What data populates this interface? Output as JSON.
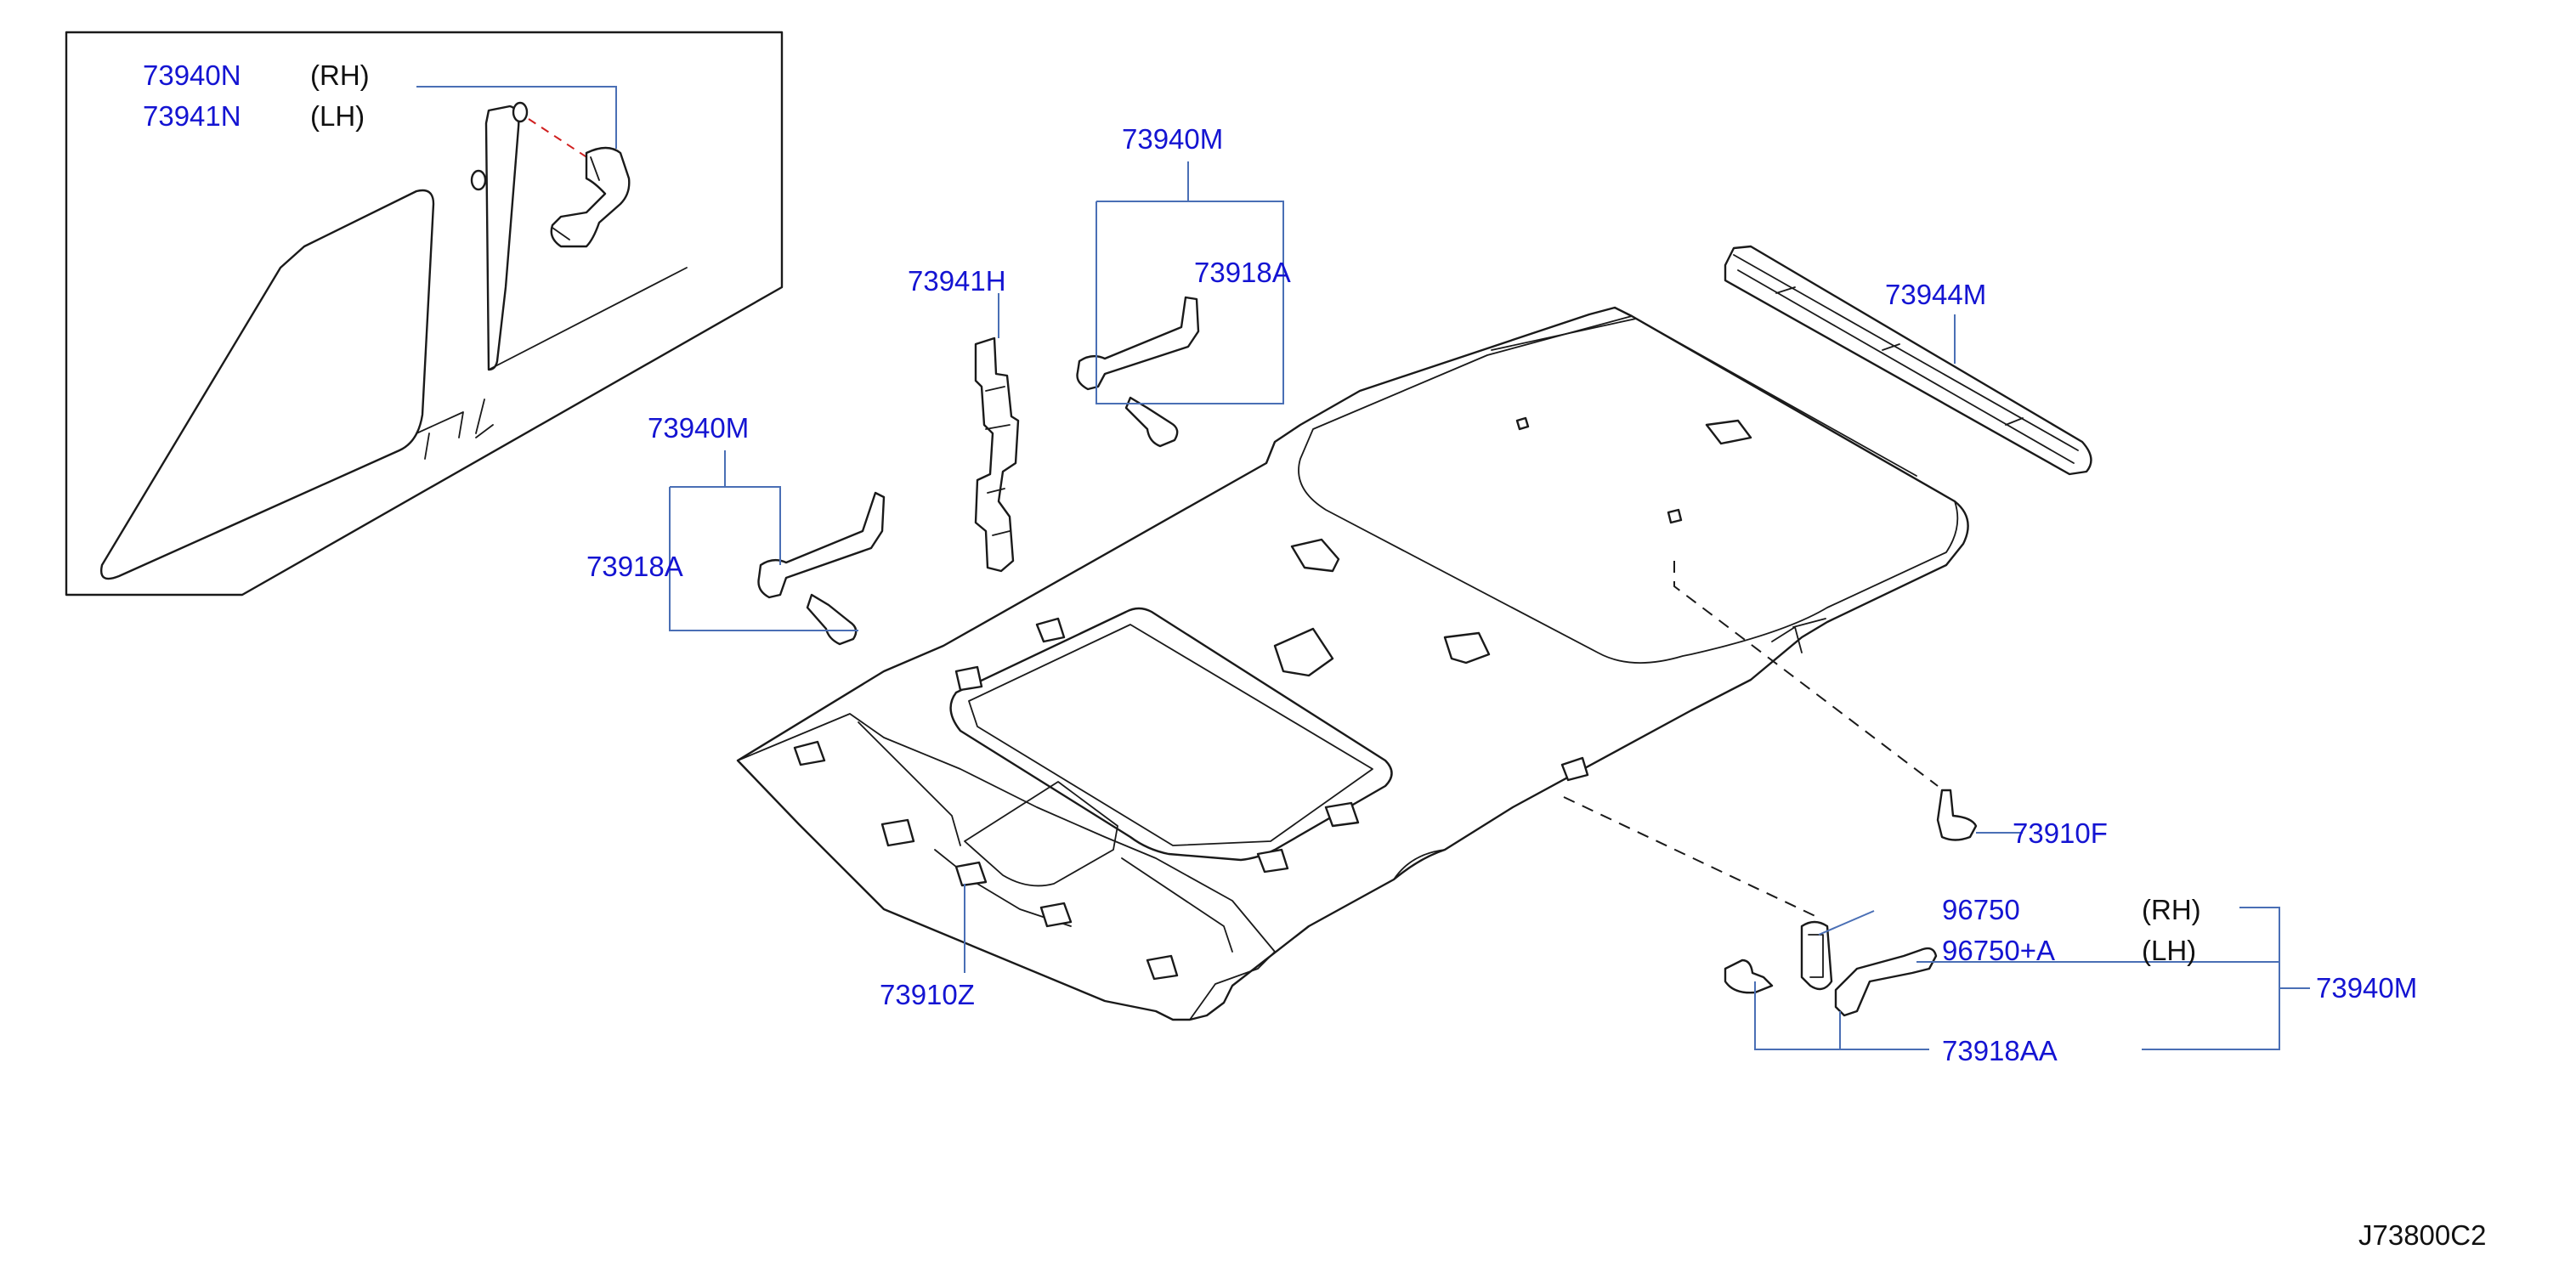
{
  "labels": {
    "inset_rh_part": "73940N",
    "inset_rh_side": "(RH)",
    "inset_lh_part": "73941N",
    "inset_lh_side": "(LH)",
    "grip_top_part": "73940M",
    "grip_top_clip": "73918A",
    "bracket_part": "73941H",
    "grip_left_part": "73940M",
    "grip_left_clip": "73918A",
    "molding_part": "73944M",
    "clip_part": "73910F",
    "cover_rh_part": "96750",
    "cover_rh_side": "(RH)",
    "cover_lh_part": "96750+A",
    "cover_lh_side": "(LH)",
    "grip_right_part": "73940M",
    "grip_right_clip": "73918AA",
    "headlining_part": "73910Z"
  },
  "diagram_code": "J73800C2",
  "colors": {
    "part_number": "#1414d2",
    "leader_line": "#4a6fb5",
    "outline": "#1a1a1a",
    "inset_guide": "#d02020"
  }
}
